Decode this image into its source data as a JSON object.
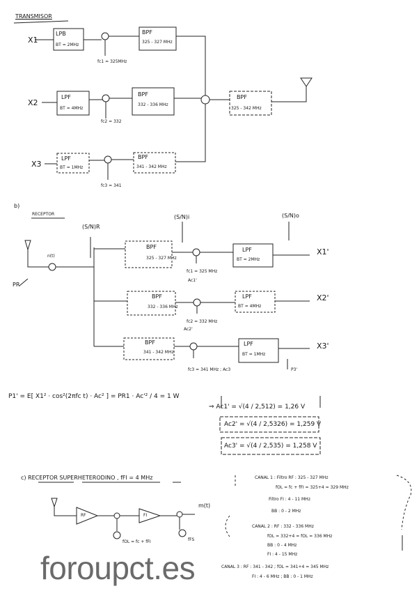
{
  "transmitter": {
    "heading": "TRANSMISOR",
    "inputs": [
      "X1",
      "X2",
      "X3"
    ],
    "lpf": [
      {
        "name": "LPB",
        "bw": "BT = 2MHz"
      },
      {
        "name": "LPF",
        "bw": "BT = 4MHz"
      },
      {
        "name": "LPF",
        "bw": "BT = 1MHz"
      }
    ],
    "bpf": [
      {
        "name": "BPF",
        "band": "325 - 327 MHz"
      },
      {
        "name": "BPF",
        "band": "332 - 336 MHz"
      },
      {
        "name": "BPF",
        "band": "341 - 342 MHz"
      }
    ],
    "carriers": [
      "fc1 = 325MHz",
      "fc2 = 332",
      "fc3 = 341"
    ],
    "output_bpf": {
      "name": "BPF",
      "band": "325 - 342 MHz"
    }
  },
  "receiver": {
    "section": "b)",
    "heading": "RECEPTOR",
    "snr_r": "(S/N)R",
    "snr_i": "(S/N)i",
    "snr_o": "(S/N)o",
    "noise": "n(t)",
    "pr": "PR",
    "bpf": [
      {
        "name": "BPF",
        "band": "325 - 327 MHz"
      },
      {
        "name": "BPF",
        "band": "332 - 336 MHz"
      },
      {
        "name": "BPF",
        "band": "341 - 342 MHz"
      }
    ],
    "lpf": [
      {
        "name": "LPF",
        "bw": "BT = 2MHz"
      },
      {
        "name": "LPF",
        "bw": "BT = 4MHz"
      },
      {
        "name": "LPF",
        "bw": "BT = 1MHz"
      }
    ],
    "carriers": [
      "fc1 = 325 MHz",
      "fc2 = 332 MHz",
      "fc3 = 341 MHz ; Ac3"
    ],
    "amps": [
      "Ac1'",
      "Ac2'"
    ],
    "outputs": [
      "X1'",
      "X2'",
      "X3'"
    ],
    "p3": "P3'",
    "equation": "P1' = E[ X1² · cos²(2πfc t) · Ac² ] = PR1 · Ac'² / 4 = 1 W",
    "results": [
      "⇒ Ac1' = √(4 / 2,512) = 1,26 V",
      "Ac2' = √(4 / 2,5326) = 1,259 V",
      "Ac3' = √(4 / 2,535) = 1,258 V"
    ]
  },
  "superhet": {
    "heading": "c) RECEPTOR SUPERHETERODINO , fFI = 4 MHz",
    "rf": "RF",
    "fi": "FI",
    "output": "m(t)",
    "lo1": "fOL = fc + fFI",
    "lo2": "fFS"
  },
  "notes": [
    "CANAL 1 : Filtro RF : 325 - 327 MHz",
    "fOL = fc + fFI = 325+4 = 329 MHz",
    "Filtro FI : 4 - 11 MHz",
    "BB : 0 - 2 MHz",
    "CANAL 2 : RF : 332 - 336 MHz",
    "fOL = 332+4 = fOL = 336 MHz",
    "BB : 0 - 4 MHz",
    "FI : 4 - 15 MHz",
    "CANAL 3 : RF : 341 - 342 ; fOL = 341+4 = 345 MHz",
    "FI : 4 - 6 MHz ; BB : 0 - 1 MHz"
  ],
  "watermark": "foroupct.es"
}
